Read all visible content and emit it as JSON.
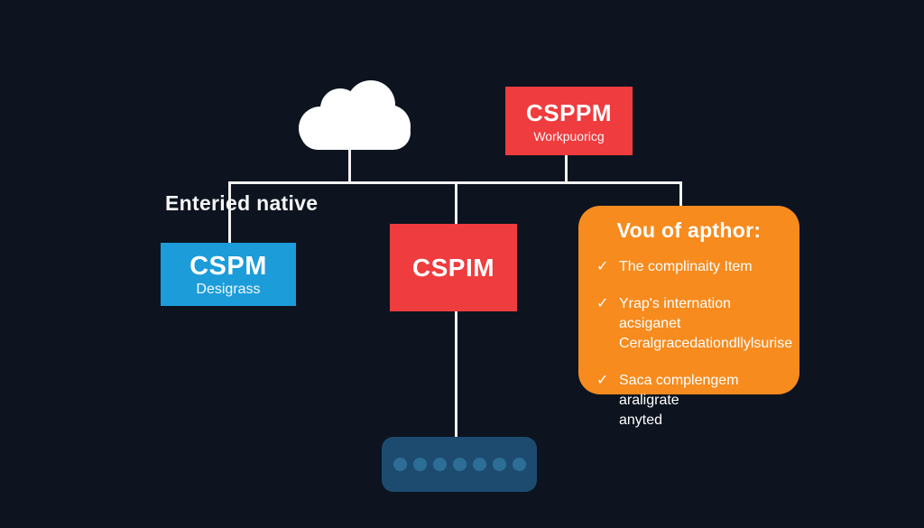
{
  "colors": {
    "background": "#0d1420",
    "red": "#ef3c3e",
    "blue": "#1c9cd9",
    "orange": "#f78b1e",
    "bar": "#1d4b6f",
    "dot": "#2d6e96",
    "line": "#f2f2f2"
  },
  "top_box": {
    "title": "CSPPM",
    "subtitle": "Workpuoricg"
  },
  "side_label": "Enteried native",
  "left_box": {
    "title": "CSPM",
    "subtitle": "Desigrass"
  },
  "middle_box": {
    "title": "CSPIM"
  },
  "panel": {
    "title": "Vou of apthor:",
    "check_glyph": "✓",
    "items": [
      {
        "lines": [
          "The complinaity Item"
        ]
      },
      {
        "lines": [
          "Yrap's internation acsiganet",
          "Ceralgracedationdllylsurise"
        ]
      },
      {
        "lines": [
          "Saca complengem araligrate",
          "anyted"
        ]
      }
    ]
  },
  "bottom_bar": {
    "dot_count": 7
  }
}
